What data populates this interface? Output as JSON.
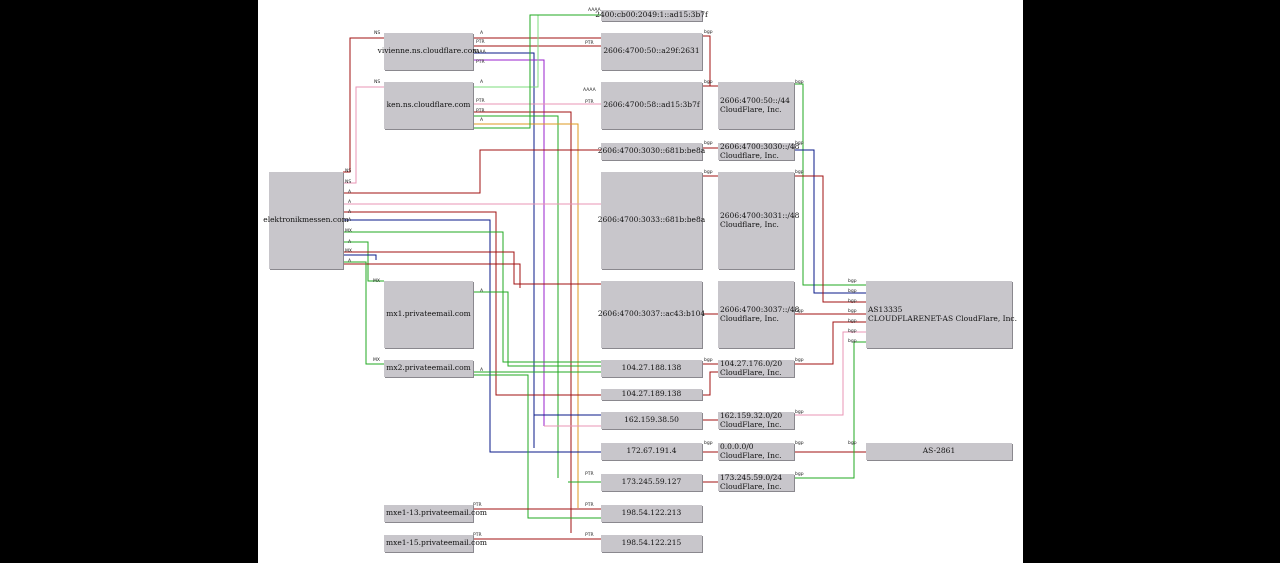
{
  "nodes": {
    "root": "elektronikmessen.com",
    "ns_vivienne": "vivienne.ns.cloudflare.com",
    "ns_ken": "ken.ns.cloudflare.com",
    "mx1": "mx1.privateemail.com",
    "mx2": "mx2.privateemail.com",
    "mxe13": "mxe1-13.privateemail.com",
    "mxe15": "mxe1-15.privateemail.com",
    "ip_2400": "2400:cb00:2049:1::ad15:3b7f",
    "ip_2606_50": "2606:4700:50::a29f:2631",
    "ip_2606_58": "2606:4700:58::ad15:3b7f",
    "ip_3030": "2606:4700:3030::681b:be8a",
    "ip_3033": "2606:4700:3033::681b:be8a",
    "ip_3037": "2606:4700:3037::ac43:b104",
    "ip_104_188": "104.27.188.138",
    "ip_104_189": "104.27.189.138",
    "ip_162": "162.159.38.50",
    "ip_172": "172.67.191.4",
    "ip_173": "173.245.59.127",
    "ip_198_213": "198.54.122.213",
    "ip_198_215": "198.54.122.215",
    "pfx_50": "2606:4700:50::/44\nCloudFlare, Inc.",
    "pfx_3030": "2606:4700:3030::/48\nCloudflare, Inc.",
    "pfx_3031": "2606:4700:3031::/48\nCloudflare, Inc.",
    "pfx_3037": "2606:4700:3037::/48\nCloudflare, Inc.",
    "pfx_104": "104.27.176.0/20\nCloudFlare, Inc.",
    "pfx_162": "162.159.32.0/20\nCloudFlare, Inc.",
    "pfx_0": "0.0.0.0/0\nCloudFlare, Inc.",
    "pfx_173": "173.245.59.0/24\nCloudFlare, Inc.",
    "as13335": "AS13335\nCLOUDFLARENET-AS CloudFlare, Inc.",
    "as2861": "AS-2861"
  },
  "tags": {
    "ns": "NS",
    "mx": "MX",
    "a": "A",
    "aaaa": "AAAA",
    "ptr": "PTR",
    "bgp": "bgp"
  },
  "colors": {
    "background": "#000000",
    "canvas": "#ffffff",
    "node_fill": "#c8c6cb",
    "edge_red": "#a01010",
    "edge_pink": "#e896b4",
    "edge_green": "#22aa22",
    "edge_navy": "#0a1a8a",
    "edge_purple": "#9a22cc",
    "edge_orange": "#dd9a22",
    "edge_lightgreen": "#7edc7e"
  }
}
